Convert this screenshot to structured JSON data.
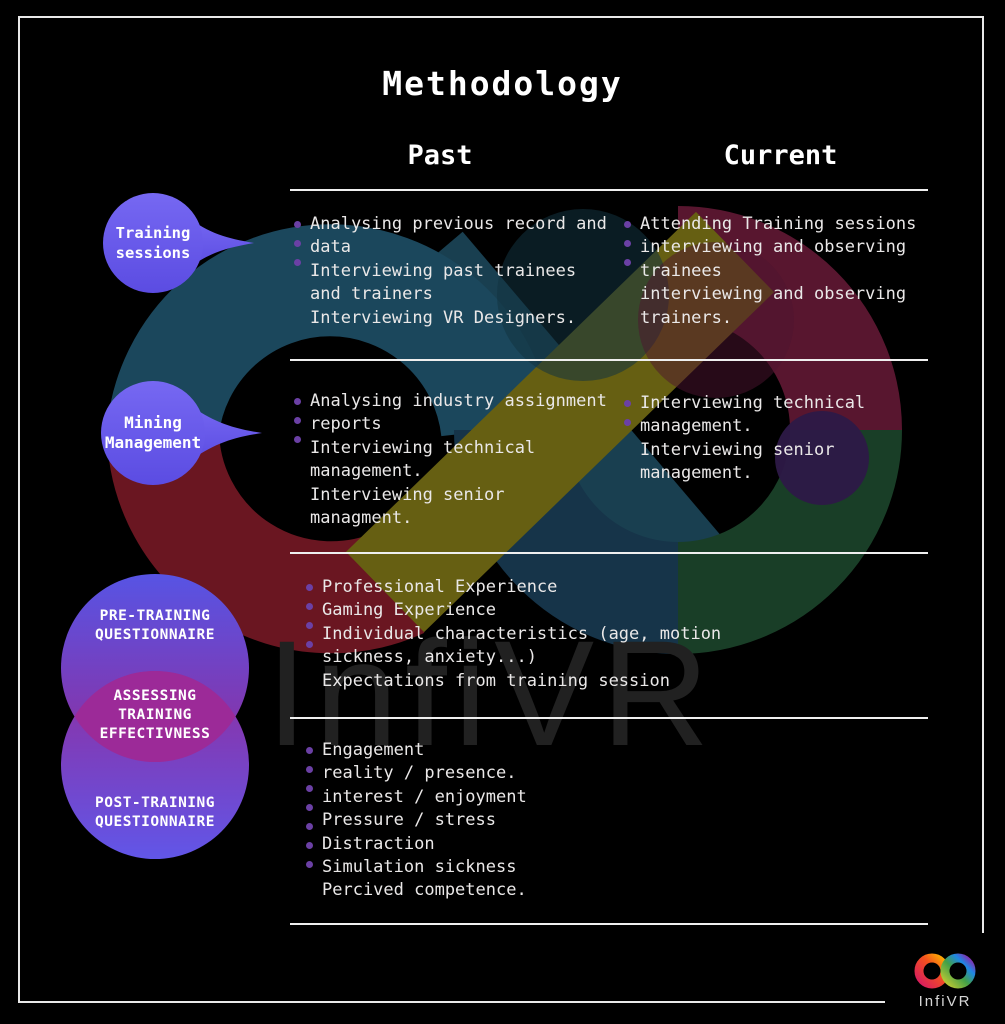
{
  "title": "Methodology",
  "columns": {
    "past": "Past",
    "current": "Current"
  },
  "badges": {
    "training": "Training\nsessions",
    "mining": "Mining\nManagement"
  },
  "venn": {
    "top": "PRE-TRAINING\nQUESTIONNAIRE",
    "middle": "ASSESSING\nTRAINING\nEFFECTIVNESS",
    "bottom": "POST-TRAINING\nQUESTIONNAIRE"
  },
  "rows": {
    "row1": {
      "past": [
        "Analysing previous record and data",
        "Interviewing past trainees and trainers",
        "Interviewing VR Designers."
      ],
      "current": [
        "Attending Training sessions",
        "interviewing and observing trainees",
        "interviewing and observing trainers."
      ]
    },
    "row2": {
      "past": [
        "Analysing industry assignment reports",
        "Interviewing technical management.",
        "Interviewing senior managment."
      ],
      "current": [
        "Interviewing technical management.",
        "Interviewing senior management."
      ]
    },
    "row3": {
      "full": [
        "Professional Experience",
        "Gaming Experience",
        "Individual characteristics (age, motion sickness, anxiety...)",
        "Expectations from training session"
      ]
    },
    "row4": {
      "full": [
        "Engagement",
        "reality / presence.",
        "interest / enjoyment",
        "Pressure / stress",
        "Distraction",
        "Simulation sickness",
        "Percived competence."
      ]
    }
  },
  "watermark": "InfiVR",
  "logo": {
    "text": "InfiVR"
  },
  "colors": {
    "bg": "#000000",
    "text": "#eae8e8",
    "bullet": "#6b40a5",
    "line": "#efefef",
    "frame": "#e9e9e9",
    "badge1": "#7668f2",
    "badge2": "#5b4ce2",
    "watermark": "#212121",
    "infinity_teal": "#1d4a60",
    "infinity_olive": "#6b6313",
    "infinity_maroon": "#6f1723",
    "infinity_green": "#1b4129",
    "infinity_purple": "#2d1947",
    "venn_indigo": "#5754e4",
    "venn_magenta": "#9c2a98"
  }
}
